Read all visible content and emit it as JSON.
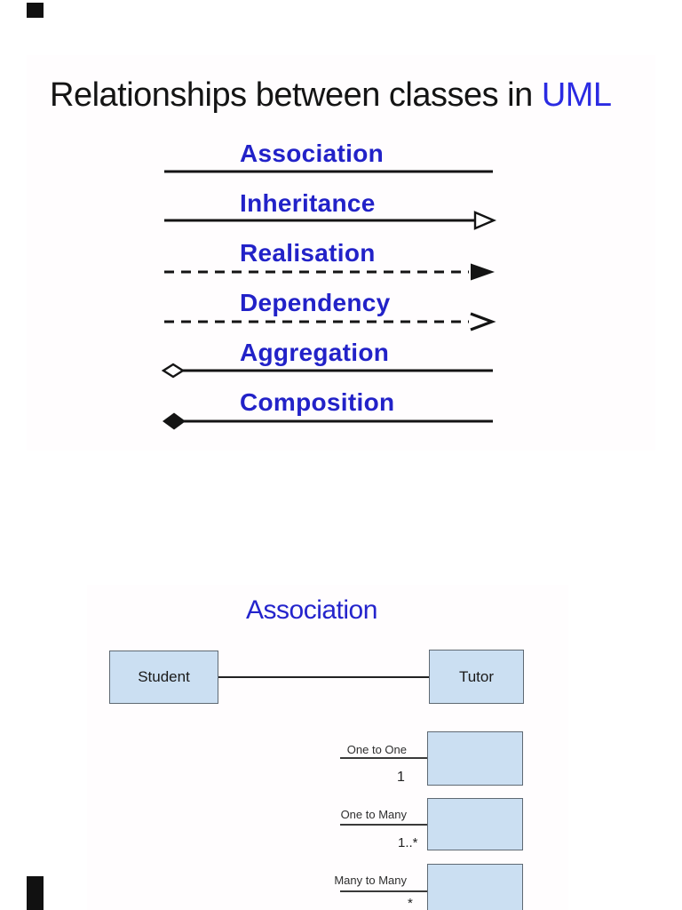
{
  "slide1": {
    "title_prefix": "Relationships between classes in ",
    "title_highlight": "UML",
    "title_highlight_color": "#2b2be2",
    "label_color": "#2222c8",
    "line_color": "#141414",
    "relationships": [
      {
        "label": "Association",
        "line_style": "solid",
        "marker": "none"
      },
      {
        "label": "Inheritance",
        "line_style": "solid",
        "marker": "open-triangle-right"
      },
      {
        "label": "Realisation",
        "line_style": "dashed",
        "marker": "filled-triangle-right"
      },
      {
        "label": "Dependency",
        "line_style": "dashed",
        "marker": "open-arrow-right"
      },
      {
        "label": "Aggregation",
        "line_style": "solid",
        "marker": "open-diamond-left"
      },
      {
        "label": "Composition",
        "line_style": "solid",
        "marker": "filled-diamond-left"
      }
    ]
  },
  "slide2": {
    "title": "Association",
    "title_color": "#2424cc",
    "box_fill": "#cbdff2",
    "box_border": "#5f6973",
    "classes": [
      {
        "name": "Student"
      },
      {
        "name": "Tutor"
      }
    ],
    "multiplicities": [
      {
        "label": "One to One",
        "value": "1"
      },
      {
        "label": "One to Many",
        "value": "1..*"
      },
      {
        "label": "Many to Many",
        "value": "*"
      }
    ]
  }
}
